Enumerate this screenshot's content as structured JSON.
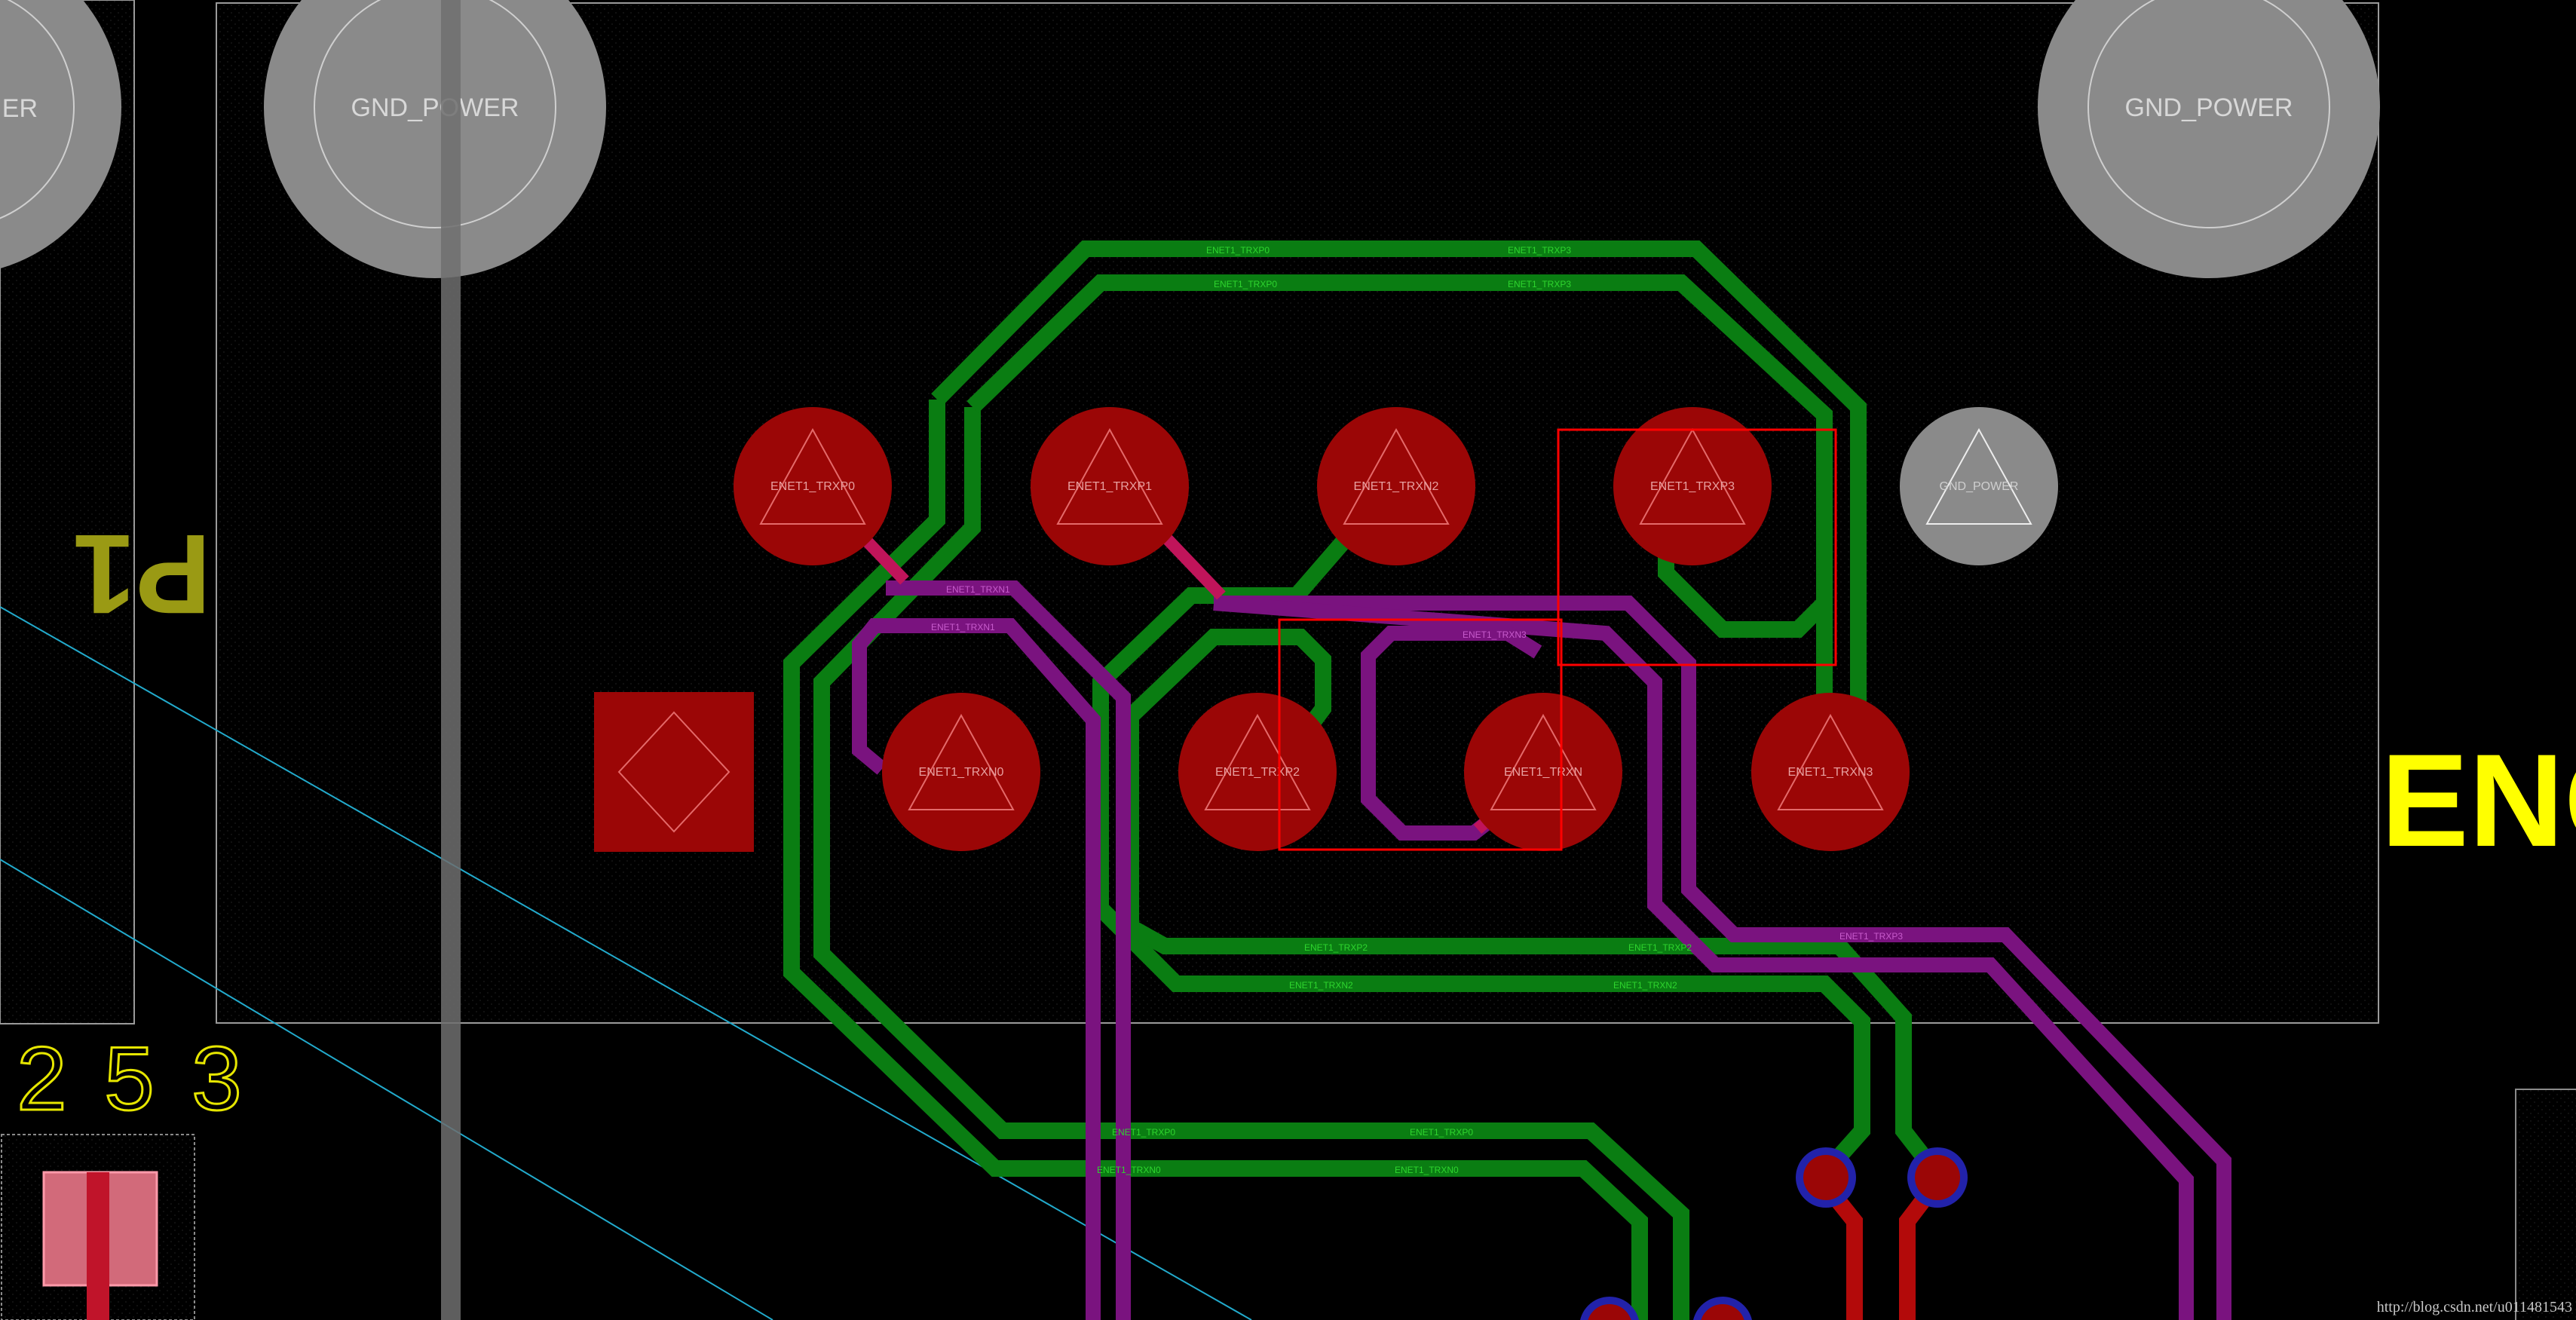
{
  "app": {
    "kind": "PCB layout editor (canvas view)"
  },
  "labels": {
    "gnd_left_partial": "ER",
    "gnd_power_1": "GND_POWER",
    "gnd_power_2": "GND_POWER",
    "gnd_power_small": "GND_POWER",
    "refdes_p1": "P1",
    "refdes_253": "2 5 3",
    "refdes_enc": "ENC",
    "watermark": "http://blog.csdn.net/u011481543"
  },
  "pads": {
    "top_row": [
      "ENET1_TRXP0",
      "ENET1_TRXP1",
      "ENET1_TRXN2",
      "ENET1_TRXP3"
    ],
    "bottom_row": [
      "ENET1_TRXN0",
      "ENET1_TRXP2",
      "ENET1_TRXN",
      "ENET1_TRXN3"
    ]
  },
  "trace_labels": {
    "green_top_1": "ENET1_TRXP0",
    "green_top_2": "ENET1_TRXP3",
    "green_top_3": "ENET1_TRXP0",
    "green_top_4": "ENET1_TRXP3",
    "green_mid_1": "ENET1_TRXP2",
    "green_mid_2": "ENET1_TRXP2",
    "green_mid_3": "ENET1_TRXN2",
    "green_mid_4": "ENET1_TRXN2",
    "green_bot_1": "ENET1_TRXP0",
    "green_bot_2": "ENET1_TRXP0",
    "green_bot_3": "ENET1_TRXN0",
    "green_bot_4": "ENET1_TRXN0",
    "purple_1": "ENET1_TRXN1",
    "purple_2": "ENET1_TRXN1",
    "purple_3": "ENET1_TRXP3",
    "purple_4": "ENET1_TRXN3"
  },
  "colors": {
    "background": "#000000",
    "green_trace": "#0a7d12",
    "purple_trace": "#7a137f",
    "pad_red": "#9b0606",
    "gnd_grey": "#8a8a8a",
    "outline": "#9a9a9a",
    "silk_yellow": "#ffff00",
    "silk_olive": "#9a9a14",
    "cyan_line": "#22aacc",
    "highlight_red": "#ff0000",
    "via_blue": "#2222aa"
  }
}
